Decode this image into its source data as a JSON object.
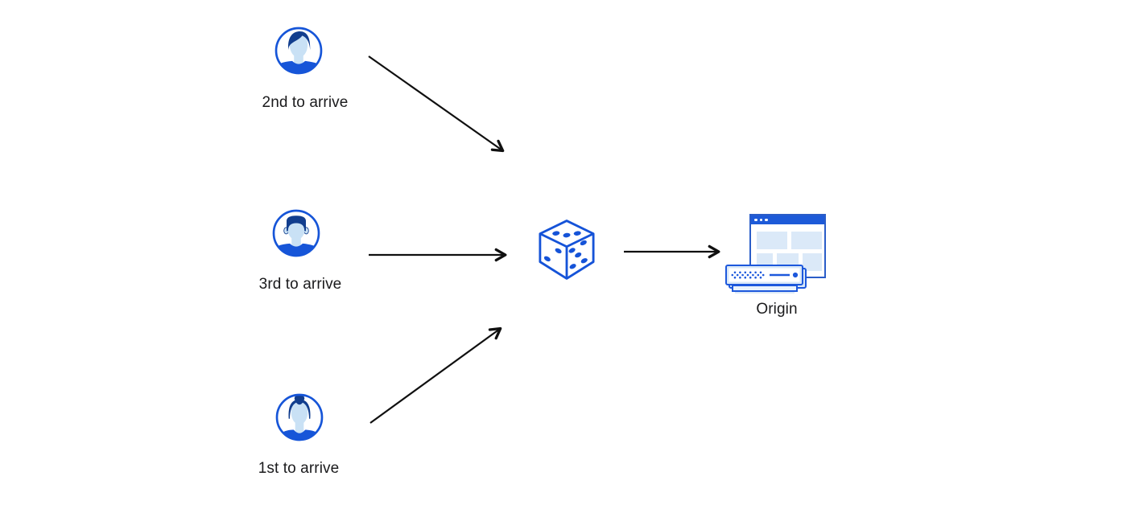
{
  "diagram": {
    "visitors": [
      {
        "id": "second-visitor",
        "label": "2nd to arrive",
        "icon": "user-male-swoop-avatar"
      },
      {
        "id": "third-visitor",
        "label": "3rd to arrive",
        "icon": "user-male-flattop-avatar"
      },
      {
        "id": "first-visitor",
        "label": "1st to arrive",
        "icon": "user-female-bun-avatar"
      }
    ],
    "selector": {
      "icon": "dice"
    },
    "origin": {
      "label": "Origin",
      "icon": "origin-server-browser"
    },
    "edges": [
      {
        "from": "2nd to arrive",
        "to": "dice"
      },
      {
        "from": "3rd to arrive",
        "to": "dice"
      },
      {
        "from": "1st to arrive",
        "to": "dice"
      },
      {
        "from": "dice",
        "to": "Origin"
      }
    ],
    "colors": {
      "primary_blue": "#1655d8",
      "dark_hair_blue": "#123e8e",
      "skin_light_blue": "#c9e1f5",
      "panel_light_blue": "#dbe9f8",
      "titlebar_blue": "#1d5ad8",
      "dice_blue": "#1553d8",
      "arrow": "#101010",
      "text": "#1a1a1c",
      "background": "#ffffff"
    }
  }
}
